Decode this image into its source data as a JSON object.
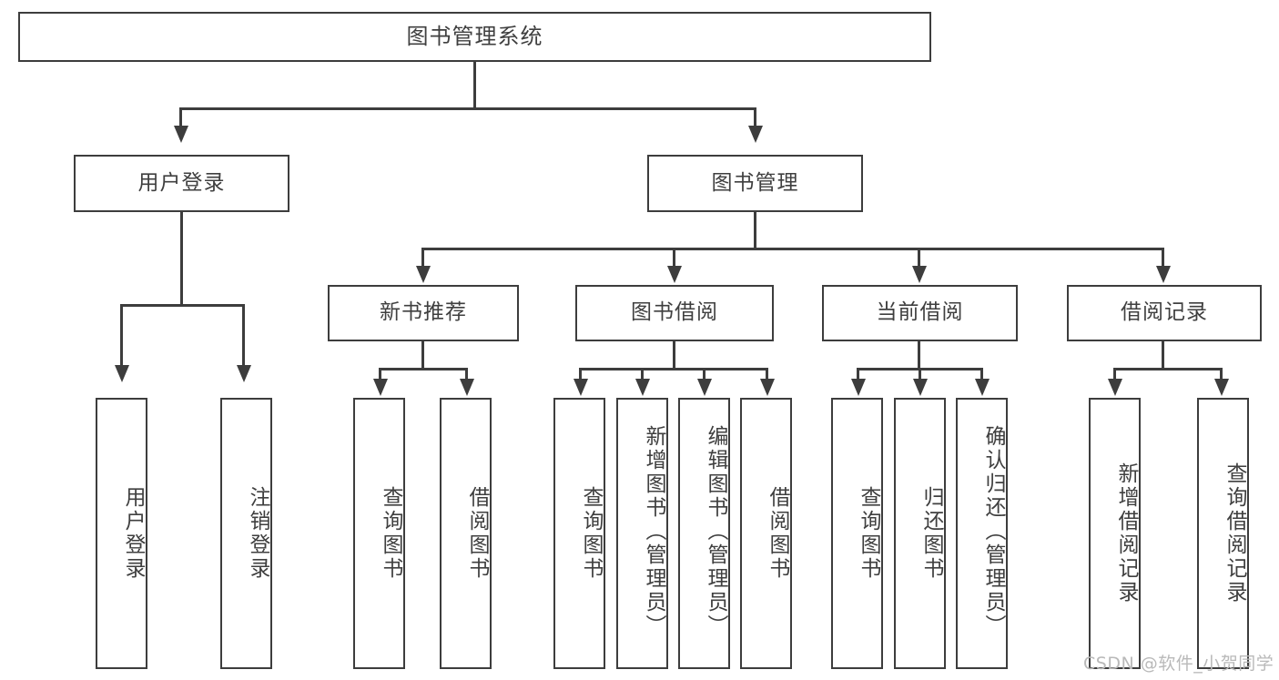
{
  "diagram": {
    "type": "tree",
    "title": "图书管理系统",
    "root": {
      "label": "图书管理系统"
    },
    "level1": [
      {
        "label": "用户登录"
      },
      {
        "label": "图书管理"
      }
    ],
    "level2": [
      {
        "label": "新书推荐"
      },
      {
        "label": "图书借阅"
      },
      {
        "label": "当前借阅"
      },
      {
        "label": "借阅记录"
      }
    ],
    "leaves": {
      "user_login": [
        {
          "label": "用户登录"
        },
        {
          "label": "注销登录"
        }
      ],
      "new_book": [
        {
          "label": "查询图书"
        },
        {
          "label": "借阅图书"
        }
      ],
      "book_borrow": [
        {
          "label": "查询图书"
        },
        {
          "label": "新增图书（管理员）"
        },
        {
          "label": "编辑图书（管理员）"
        },
        {
          "label": "借阅图书"
        }
      ],
      "current_borrow": [
        {
          "label": "查询图书"
        },
        {
          "label": "归还图书"
        },
        {
          "label": "确认归还（管理员）"
        }
      ],
      "borrow_record": [
        {
          "label": "新增借阅记录"
        },
        {
          "label": "查询借阅记录"
        }
      ]
    }
  },
  "watermark": {
    "text": "CSDN @软件_小贺同学"
  },
  "colors": {
    "stroke": "#3d3d3d",
    "text": "#3f3f3f",
    "background": "#ffffff",
    "watermark": "#b9b9b9"
  }
}
